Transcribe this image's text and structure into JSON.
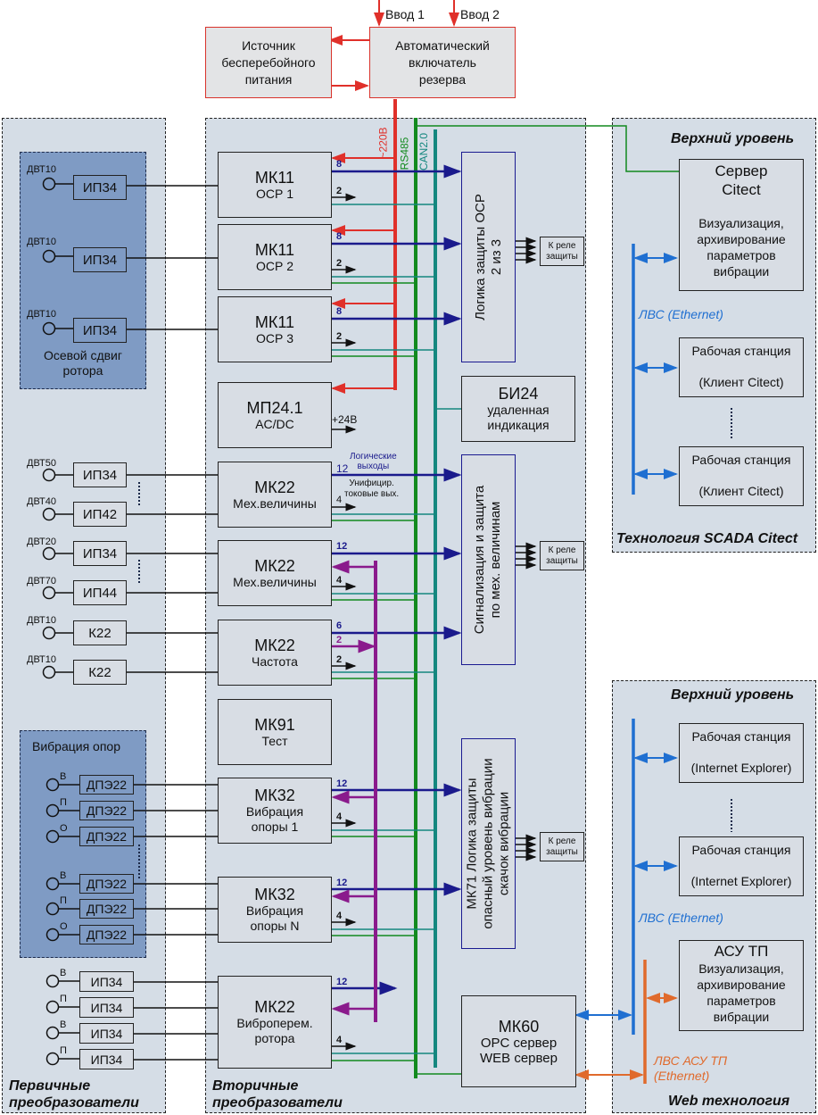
{
  "top": {
    "input1": "Ввод 1",
    "input2": "Ввод 2",
    "ups": [
      "Источник",
      "бесперебойного",
      "питания"
    ],
    "ats": [
      "Автоматический",
      "включатель",
      "резерва"
    ]
  },
  "buses": {
    "power": "~220В",
    "rs485": "RS485",
    "can": "CAN2.0",
    "plus24": "+24В"
  },
  "primary": {
    "title_line1": "Первичные",
    "title_line2": "преобразователи",
    "axial_group": {
      "title_line1": "Осевой сдвиг",
      "title_line2": "ротора",
      "sensors": [
        {
          "sensor": "ДВТ10",
          "converter": "ИП34"
        },
        {
          "sensor": "ДВТ10",
          "converter": "ИП34"
        },
        {
          "sensor": "ДВТ10",
          "converter": "ИП34"
        }
      ]
    },
    "mech_sensors": [
      {
        "sensor": "ДВТ50",
        "converter": "ИП34"
      },
      {
        "sensor": "ДВТ40",
        "converter": "ИП42"
      },
      {
        "sensor": "ДВТ20",
        "converter": "ИП34"
      },
      {
        "sensor": "ДВТ70",
        "converter": "ИП44"
      },
      {
        "sensor": "ДВТ10",
        "converter": "К22"
      },
      {
        "sensor": "ДВТ10",
        "converter": "К22"
      }
    ],
    "vibration_group": {
      "title": "Вибрация опор",
      "sensors": [
        {
          "axis": "В",
          "converter": "ДПЭ22"
        },
        {
          "axis": "П",
          "converter": "ДПЭ22"
        },
        {
          "axis": "О",
          "converter": "ДПЭ22"
        },
        {
          "axis": "В",
          "converter": "ДПЭ22"
        },
        {
          "axis": "П",
          "converter": "ДПЭ22"
        },
        {
          "axis": "О",
          "converter": "ДПЭ22"
        }
      ]
    },
    "rotor_sensors": [
      {
        "axis": "В",
        "converter": "ИП34"
      },
      {
        "axis": "П",
        "converter": "ИП34"
      },
      {
        "axis": "В",
        "converter": "ИП34"
      },
      {
        "axis": "П",
        "converter": "ИП34"
      }
    ]
  },
  "secondary": {
    "title_line1": "Вторичные",
    "title_line2": "преобразователи",
    "modules": [
      {
        "name": "МК11",
        "sub": "ОСР 1",
        "out_logic": "8",
        "out_analog": "2"
      },
      {
        "name": "МК11",
        "sub": "ОСР 2",
        "out_logic": "8",
        "out_analog": "2"
      },
      {
        "name": "МК11",
        "sub": "ОСР 3",
        "out_logic": "8",
        "out_analog": "2"
      },
      {
        "name": "МП24.1",
        "sub": "AC/DC"
      },
      {
        "name": "МК22",
        "sub": "Мех.величины",
        "out_logic": "12",
        "out_analog": "4"
      },
      {
        "name": "МК22",
        "sub": "Мех.величины",
        "out_logic": "12",
        "out_analog": "4"
      },
      {
        "name": "МК22",
        "sub": "Частота",
        "out_logic": "6",
        "out_purple": "2",
        "out_analog": "2"
      },
      {
        "name": "МК91",
        "sub": "Тест"
      },
      {
        "name": "МК32",
        "sub": "Вибрация опоры 1",
        "sub1": "Вибрация",
        "sub2": "опоры 1",
        "out_logic": "12",
        "out_analog": "4"
      },
      {
        "name": "МК32",
        "sub": "Вибрация опоры N",
        "sub1": "Вибрация",
        "sub2": "опоры N",
        "out_logic": "12",
        "out_analog": "4"
      },
      {
        "name": "МК22",
        "sub": "Виброперем. ротора",
        "sub1": "Виброперем.",
        "sub2": "ротора",
        "out_logic": "12",
        "out_analog": "4"
      }
    ],
    "logic_outputs_label_1": "Логические",
    "logic_outputs_label_2": "выходы",
    "unified_label_1": "Унифицир.",
    "unified_label_2": "токовые вых.",
    "ocr_logic": [
      "Логика защиты ОСР",
      "2 из 3"
    ],
    "bi24": [
      "БИ24",
      "удаленная",
      "индикация"
    ],
    "mech_protect": [
      "Сигнализация и защита",
      "по мех. величинам"
    ],
    "vib_protect": [
      "МК71 Логика защиты",
      "опасный уровень вибрации",
      "скачок вибрации"
    ],
    "relay": [
      "К реле",
      "защиты"
    ],
    "mk60": [
      "МК60",
      "OPC сервер",
      "WEB сервер"
    ]
  },
  "scada": {
    "header": "Верхний уровень",
    "footer": "Технология SCADA Citect",
    "server": [
      "Сервер",
      "Citect"
    ],
    "server_desc": [
      "Визуализация,",
      "архивирование",
      "параметров",
      "вибрации"
    ],
    "lan": "ЛВС (Ethernet)",
    "workstations": [
      {
        "line1": "Рабочая станция",
        "line2": "(Клиент Citect)"
      },
      {
        "line1": "Рабочая станция",
        "line2": "(Клиент Citect)"
      }
    ]
  },
  "web": {
    "header": "Верхний уровень",
    "footer": "Web технология",
    "lan": "ЛВС (Ethernet)",
    "lan_acs_1": "ЛВС АСУ ТП",
    "lan_acs_2": "(Ethernet)",
    "workstations": [
      {
        "line1": "Рабочая станция",
        "line2": "(Internet Explorer)"
      },
      {
        "line1": "Рабочая станция",
        "line2": "(Internet Explorer)"
      }
    ],
    "acs": [
      "АСУ ТП",
      "Визуализация,",
      "архивирование",
      "параметров",
      "вибрации"
    ]
  },
  "colors": {
    "power": "#e0302a",
    "rs485": "#128a1e",
    "can": "#14877f",
    "logic": "#1a1a8c",
    "purple": "#8a1a8c",
    "lan": "#1f6fd1",
    "lan_acs": "#e06a2c",
    "panel_bg": "#d5dde6",
    "group_bg": "#7f9bc4"
  }
}
